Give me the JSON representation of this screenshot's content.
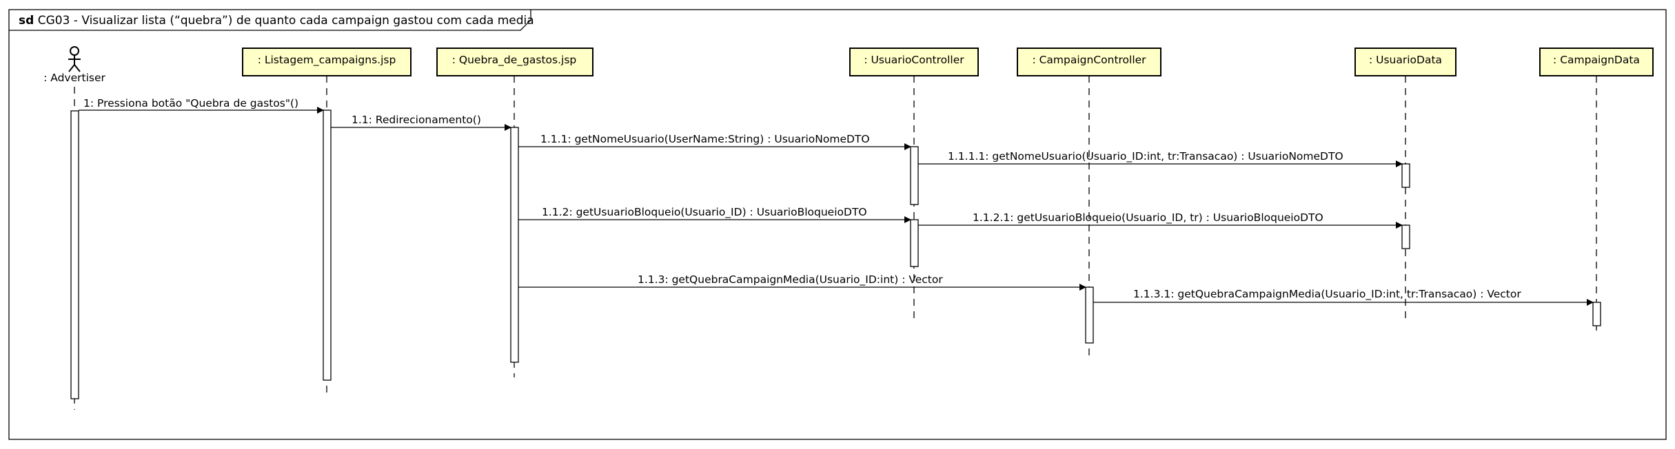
{
  "frame": {
    "keyword": "sd",
    "title": "CG03 - Visualizar lista (“quebra”) de quanto cada campaign gastou com cada media"
  },
  "actor": {
    "label": ": Advertiser"
  },
  "participants": [
    {
      "id": "listagem",
      "label": ": Listagem_campaigns.jsp"
    },
    {
      "id": "quebra",
      "label": ": Quebra_de_gastos.jsp"
    },
    {
      "id": "usuario-controller",
      "label": ": UsuarioController"
    },
    {
      "id": "campaign-controller",
      "label": ": CampaignController"
    },
    {
      "id": "usuario-data",
      "label": ": UsuarioData"
    },
    {
      "id": "campaign-data",
      "label": ": CampaignData"
    }
  ],
  "messages": [
    {
      "id": "m1",
      "label": "1: Pressiona botão \"Quebra de gastos\"()",
      "from": "actor",
      "to": "listagem"
    },
    {
      "id": "m1-1",
      "label": "1.1: Redirecionamento()",
      "from": "listagem",
      "to": "quebra"
    },
    {
      "id": "m1-1-1",
      "label": "1.1.1: getNomeUsuario(UserName:String) : UsuarioNomeDTO",
      "from": "quebra",
      "to": "usuario-controller"
    },
    {
      "id": "m1-1-1-1",
      "label": "1.1.1.1: getNomeUsuario(Usuario_ID:int, tr:Transacao) : UsuarioNomeDTO",
      "from": "usuario-controller",
      "to": "usuario-data"
    },
    {
      "id": "m1-1-2",
      "label": "1.1.2: getUsuarioBloqueio(Usuario_ID) : UsuarioBloqueioDTO",
      "from": "quebra",
      "to": "usuario-controller"
    },
    {
      "id": "m1-1-2-1",
      "label": "1.1.2.1: getUsuarioBloqueio(Usuario_ID, tr) : UsuarioBloqueioDTO",
      "from": "usuario-controller",
      "to": "usuario-data"
    },
    {
      "id": "m1-1-3",
      "label": "1.1.3: getQuebraCampaignMedia(Usuario_ID:int) : Vector",
      "from": "quebra",
      "to": "campaign-controller"
    },
    {
      "id": "m1-1-3-1",
      "label": "1.1.3.1: getQuebraCampaignMedia(Usuario_ID:int, tr:Transacao) : Vector",
      "from": "campaign-controller",
      "to": "campaign-data"
    }
  ]
}
